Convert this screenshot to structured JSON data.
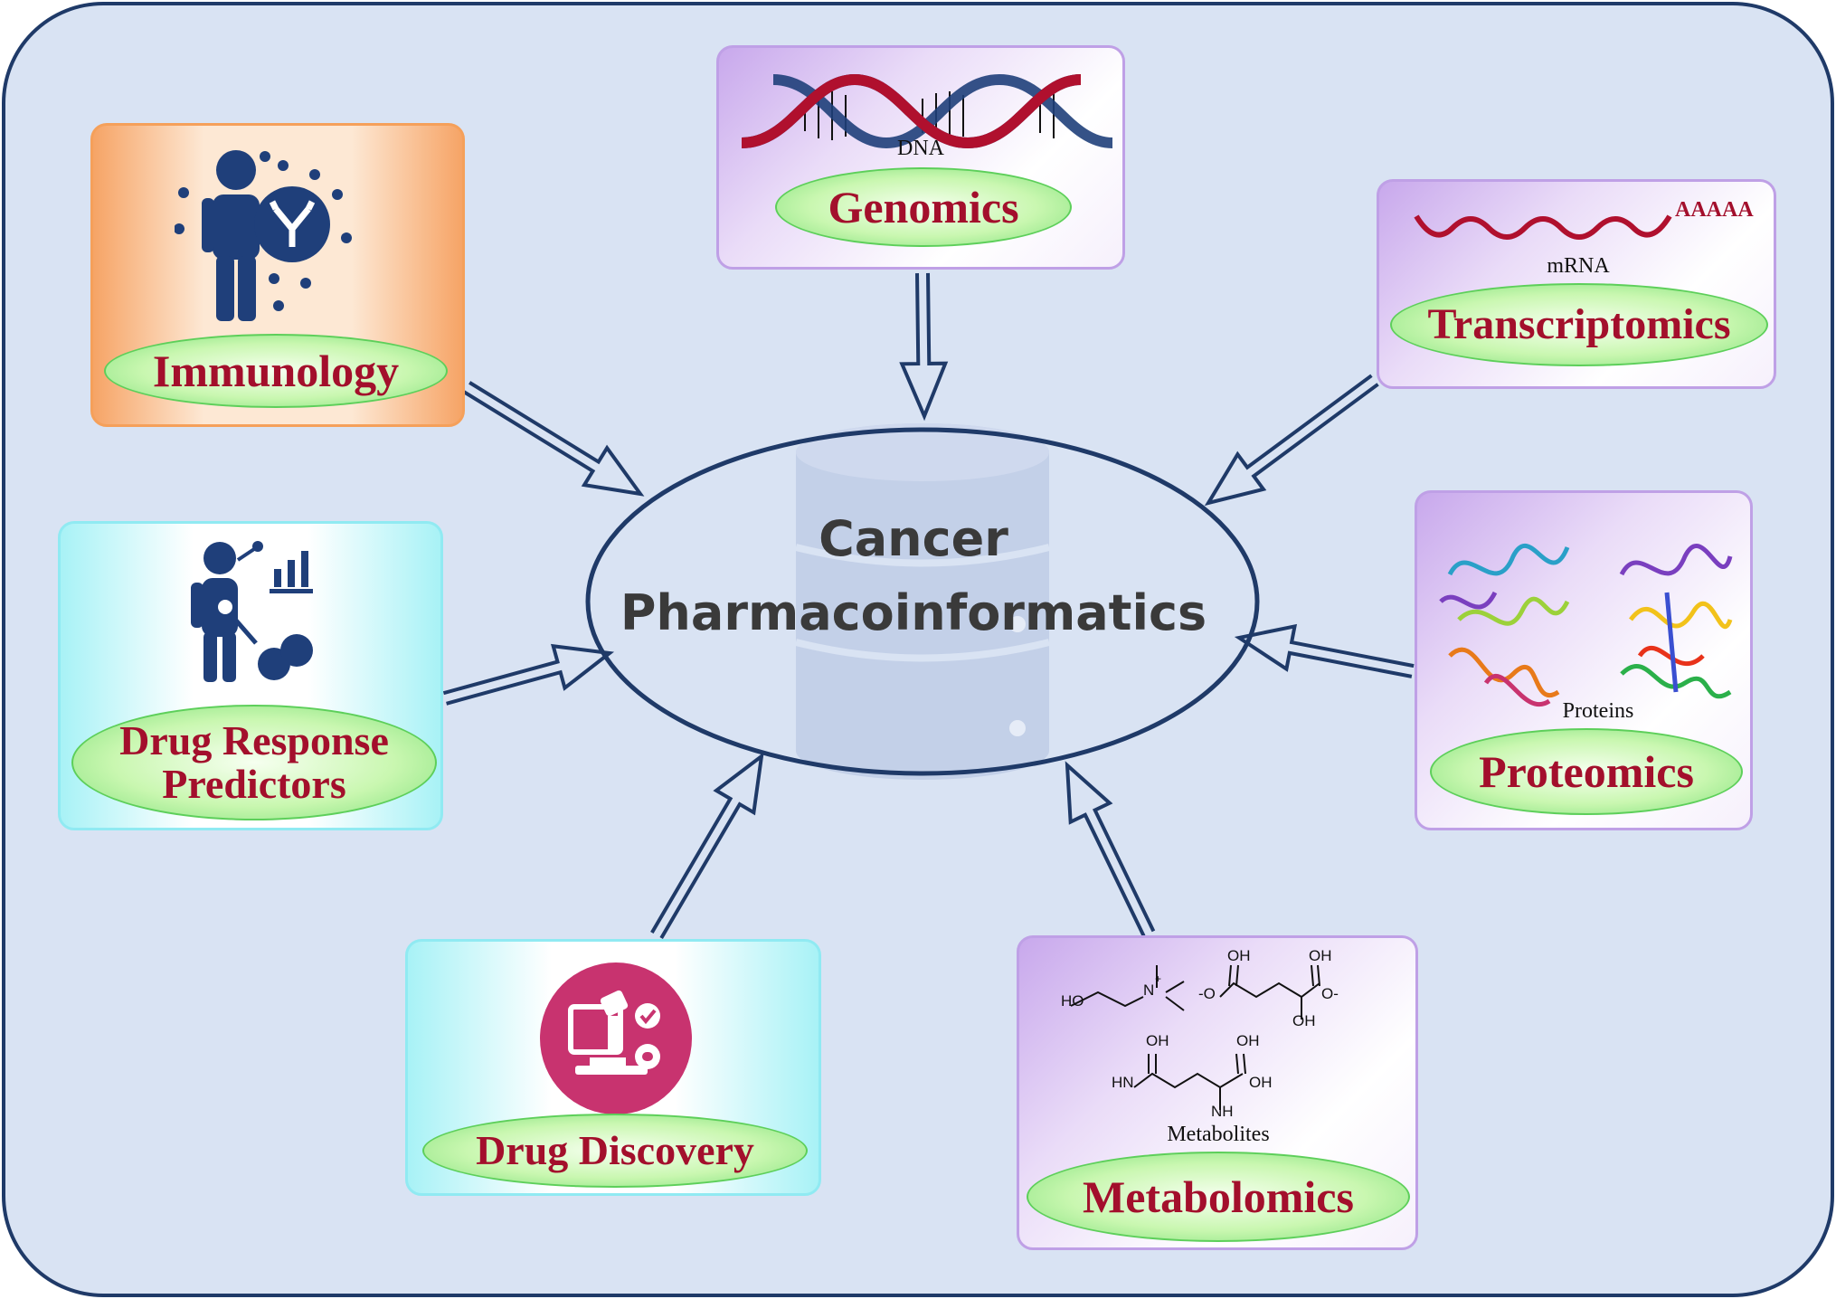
{
  "center": {
    "line1": "Cancer",
    "line2": "Pharmacoinformatics"
  },
  "nodes": {
    "genomics": {
      "label": "Genomics",
      "caption": "DNA"
    },
    "transcriptomics": {
      "label": "Transcriptomics",
      "caption": "mRNA",
      "tail": "AAAAA"
    },
    "proteomics": {
      "label": "Proteomics",
      "caption": "Proteins"
    },
    "metabolomics": {
      "label": "Metabolomics",
      "caption": "Metabolites"
    },
    "drug_discovery": {
      "label": "Drug Discovery"
    },
    "drug_response": {
      "label_line1": "Drug Response",
      "label_line2": "Predictors"
    },
    "immunology": {
      "label": "Immunology"
    }
  },
  "chem": {
    "choline_ho": "HO",
    "choline_n": "N",
    "choline_plus": "+",
    "oh1": "OH",
    "oh2": "OH",
    "oh3": "OH",
    "o_minus_left": "-O",
    "o_minus_right": "O-",
    "glu_oh1": "OH",
    "glu_oh2": "OH",
    "glu_hn": "HN",
    "glu_oh3": "OH",
    "glu_nh": "NH"
  },
  "colors": {
    "background": "#d9e3f3",
    "border": "#1f3a68",
    "label_red": "#a30f2c",
    "purple_box": "#c8a8ec",
    "orange_box": "#f6a466",
    "cyan_box": "#a8f2f6",
    "green_pill": "#7fe07a",
    "icon_blue": "#1f3f7a",
    "dna_red": "#b0102e",
    "dna_blue": "#1f3f7a",
    "microscope_pink": "#c8336f"
  }
}
